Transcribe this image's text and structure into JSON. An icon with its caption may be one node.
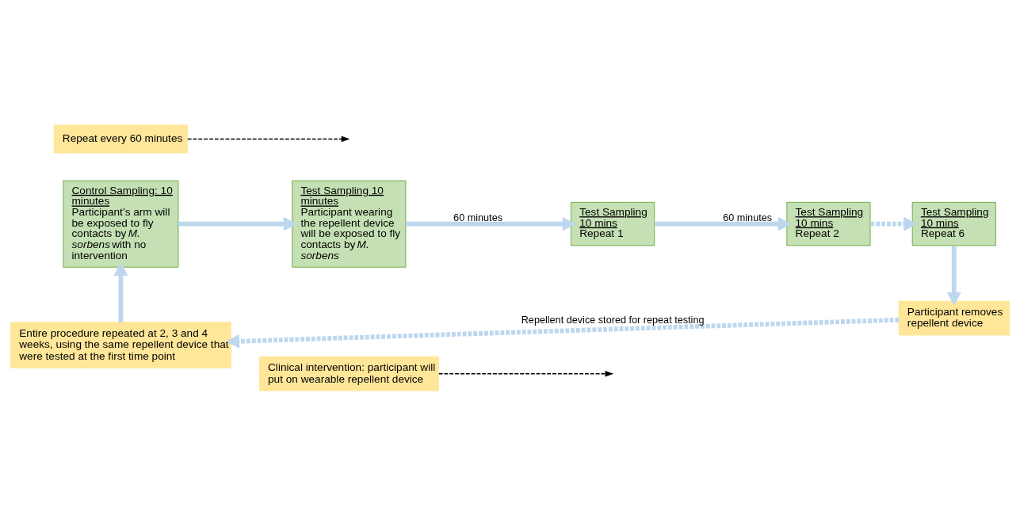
{
  "diagram": {
    "nodes": [
      {
        "text": [
          "Clinical intervention: participant will put on wearable repellent device"
        ]
      },
      {
        "text": [
          "Control Sampling: 10 minutes",
          "Participant’s arm will be exposed to fly contacts by *M. sorbens* with no intervention"
        ]
      },
      {
        "text": [
          "Test Sampling 10 minutes",
          "Participant wearing the repellent device will be exposed to fly contacts by *M. sorbens*"
        ]
      },
      {
        "text": [
          "Test Sampling 10 mins",
          "Repeat 1"
        ]
      },
      {
        "text": [
          "Test Sampling 10 mins",
          "Repeat 2"
        ]
      },
      {
        "text": [
          "Repeat every 60 minutes"
        ]
      },
      {
        "text": [
          "Test Sampling 10 mins",
          "Repeat 6"
        ]
      },
      {
        "text": [
          "Participant removes repellent device"
        ]
      },
      {
        "text": [
          "Entire procedure repeated at 2, 3 and 4 weeks, using the same repellent device that were tested at the first time point"
        ]
      }
    ],
    "edges": [
      {
        "from": 0,
        "to": null,
        "arrow": "to",
        "style": "dashed",
        "color": "#000000"
      },
      {
        "from": 1,
        "to": 2,
        "arrow": "to"
      },
      {
        "from": 2,
        "to": 3,
        "arrow": "to",
        "label": "60 minutes"
      },
      {
        "from": 3,
        "to": 4,
        "arrow": "to",
        "label": "60 minutes"
      },
      {
        "from": 5,
        "to": null,
        "arrow": "to",
        "style": "dashed",
        "color": "#000000"
      },
      {
        "from": 4,
        "to": 6,
        "arrow": "to",
        "style": "dashed"
      },
      {
        "from": 6,
        "to": 7,
        "arrow": "to"
      },
      {
        "from": 7,
        "to": 8,
        "arrow": "to",
        "style": "dashed",
        "label": "Repellent device stored for repeat testing"
      },
      {
        "from": 8,
        "to": 1,
        "arrow": "to"
      }
    ]
  }
}
